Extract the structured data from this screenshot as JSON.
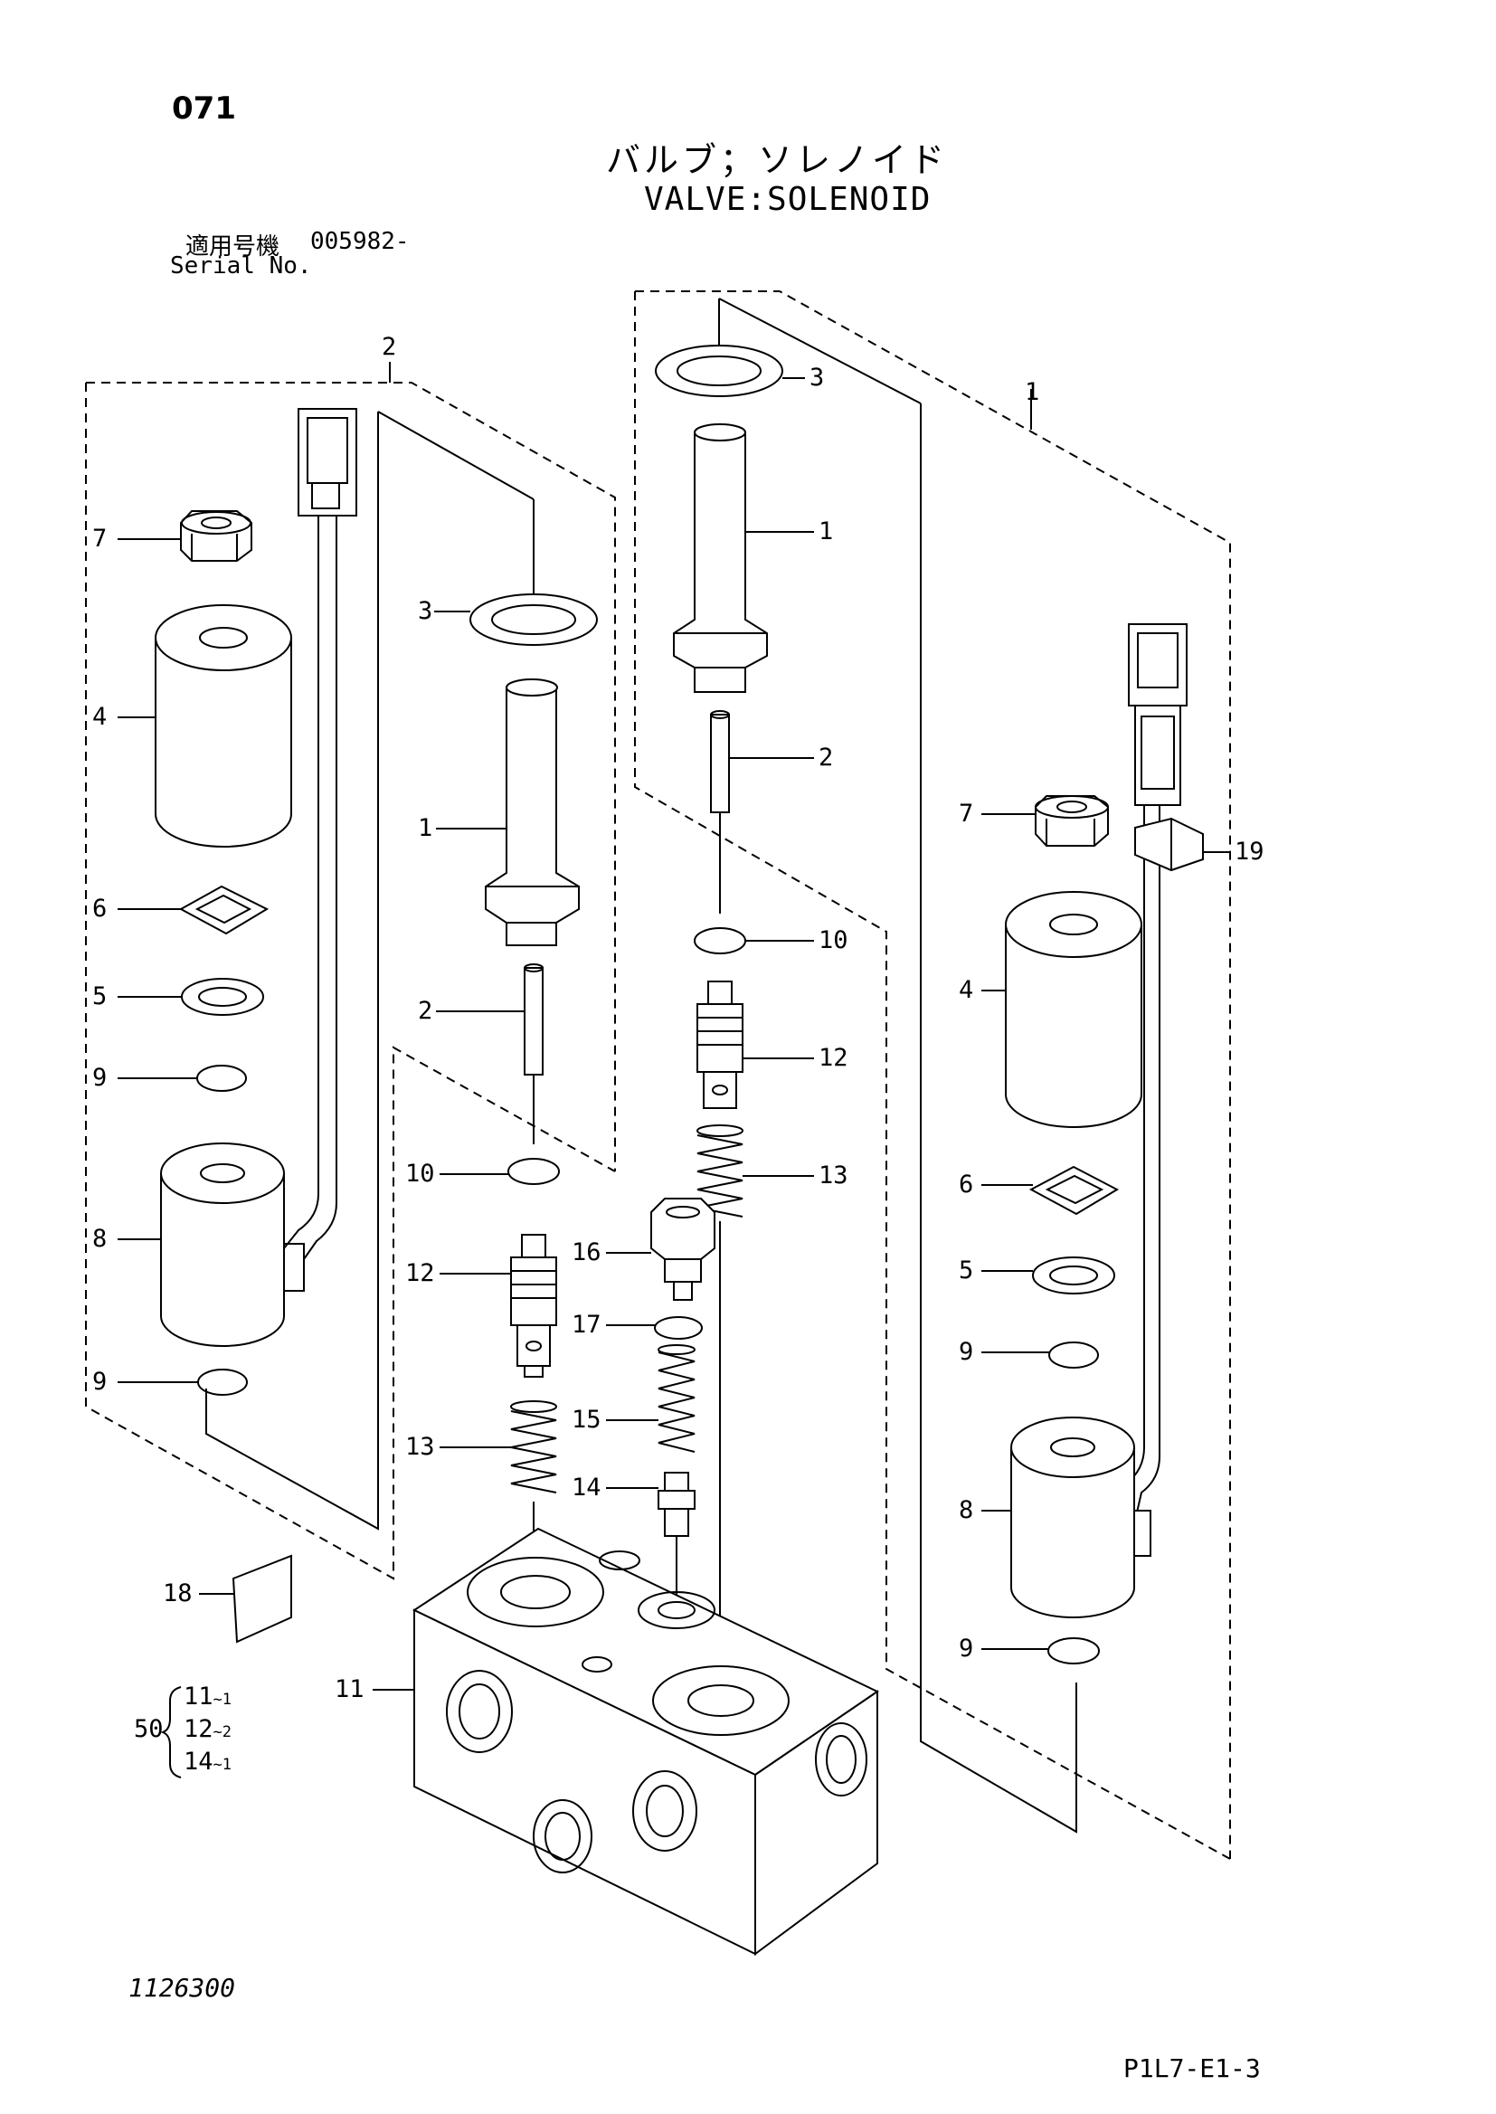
{
  "header": {
    "page_number": "071",
    "title_jp": "バルブ；ソレノイド",
    "title_en": "VALVE:SOLENOID",
    "serial_label_jp": "適用号機",
    "serial_value": "005982-",
    "serial_label_en": "Serial No."
  },
  "footer": {
    "drawing_number": "1126300",
    "page_code": "P1L7-E1-3"
  },
  "kit": {
    "number": "50",
    "items": [
      {
        "part": "11",
        "qty": "~1"
      },
      {
        "part": "12",
        "qty": "~2"
      },
      {
        "part": "14",
        "qty": "~1"
      }
    ]
  },
  "callouts": {
    "c1_top": "1",
    "c2_top": "2",
    "L_7": "7",
    "L_4": "4",
    "L_6": "6",
    "L_5": "5",
    "L_9a": "9",
    "L_8": "8",
    "L_9b": "9",
    "M_3": "3",
    "M_1": "1",
    "M_2": "2",
    "M_10": "10",
    "M_12": "12",
    "M_13": "13",
    "M_18": "18",
    "M_11": "11",
    "C_3": "3",
    "C_1": "1",
    "C_2": "2",
    "C_10": "10",
    "C_12": "12",
    "C_13": "13",
    "C_16": "16",
    "C_17": "17",
    "C_15": "15",
    "C_14": "14",
    "R_7": "7",
    "R_19": "19",
    "R_4": "4",
    "R_6": "6",
    "R_5": "5",
    "R_9a": "9",
    "R_8": "8",
    "R_9b": "9"
  },
  "colors": {
    "ink": "#000000",
    "paper": "#ffffff"
  }
}
